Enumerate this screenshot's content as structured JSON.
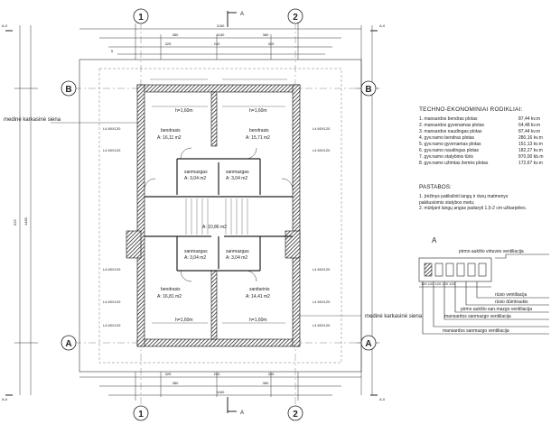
{
  "grid_labels": {
    "col1": "1",
    "col2": "2",
    "rowA": "A",
    "rowB": "B"
  },
  "section_marks": {
    "top": "A",
    "bottom": "A",
    "left_top": "A-0",
    "left_bottom": "A-0",
    "right_top": "A-0",
    "right_bottom": "A-0"
  },
  "wall_labels": {
    "top": "medinė karkasinė siena",
    "bottom": "medinė karkasinė siena"
  },
  "dims_top": {
    "overall": "1160",
    "a": "380",
    "b": "1180",
    "c": "380",
    "d": "325",
    "e": "240",
    "f": "325",
    "g": "5"
  },
  "dims_bottom": {
    "a": "325",
    "b": "240",
    "c": "325",
    "d": "380",
    "e": "380",
    "overall": "1160"
  },
  "dims_left": {
    "a": "1480",
    "b": "525"
  },
  "rooms": {
    "r1_name": "bendrasis",
    "r1_area": "A: 16,11 m2",
    "r2_name": "bendrasis",
    "r2_area": "A: 15,71 m2",
    "r3_name": "sanmazgas",
    "r3_area": "A: 3,04 m2",
    "r4_name": "sanmazgas",
    "r4_area": "A: 3,04 m2",
    "r5_name": "sanmazgas",
    "r5_area": "A: 3,04 m2",
    "r6_name": "sanmazgas",
    "r6_area": "A: 3,04 m2",
    "r7_name": "bendrasis",
    "r7_area": "A: 16,81 m2",
    "r8_name": "sanitarinis",
    "r8_area": "A: 14,41 m2",
    "stair_area": "A: 10,86 m2",
    "h1": "h=1,60m",
    "h2": "h=1,60m",
    "h3": "h=1,60m",
    "h4": "h=1,60m"
  },
  "window_tags": [
    "L4 60X120",
    "L4 60X120",
    "L4 60X120",
    "L4 60X120",
    "L4 60X120",
    "L4 60X120",
    "L4 60X120",
    "L4 60X120",
    "L4 60X120",
    "L4 60X120"
  ],
  "techno": {
    "title": "TECHNO-EKONOMINIAI RODIKLIAI:",
    "rows": [
      {
        "label": "1. mansardos bendras plotas",
        "value": "87,44 kv.m"
      },
      {
        "label": "2. mansardos gyvenamas plotas",
        "value": "64,48 kv.m"
      },
      {
        "label": "3. mansardos naudingas plotas",
        "value": "87,44 kv.m"
      },
      {
        "label": "4. gyv.namo bendras plotas",
        "value": "280,16 kv.m"
      },
      {
        "label": "5. gyv.namo gyvenamas plotas",
        "value": "151,13 kv.m"
      },
      {
        "label": "6. gyv.namo naudingas plotas",
        "value": "182,27 kv.m"
      },
      {
        "label": "7. gyv.namo statybinis tūris",
        "value": "870,00 kb.m"
      },
      {
        "label": "8. gyv.namo užimtas žemės plotas",
        "value": "172,67 kv.m"
      }
    ]
  },
  "pastabos": {
    "title": "PASTABOS:",
    "lines": [
      "1. Įrėžinys patikslinti langų ir durų matmenys",
      "pakitusiomis statybos metu;",
      "2. mūrijant langų angas padaryti 1,5-2 cm užkarpėles."
    ]
  },
  "detail": {
    "label": "A",
    "legend": [
      "pirmo aukšto virtuvės ventiliacija",
      "rūsio ventiliacija",
      "rūsio dūmtraukis",
      "pirmo aukšto san.mazgo ventiliacija",
      "mansardos sanmazgo ventiliacija",
      "mansardos sanmazgo ventiliacija"
    ],
    "dims": "120 120 120 120 120"
  }
}
